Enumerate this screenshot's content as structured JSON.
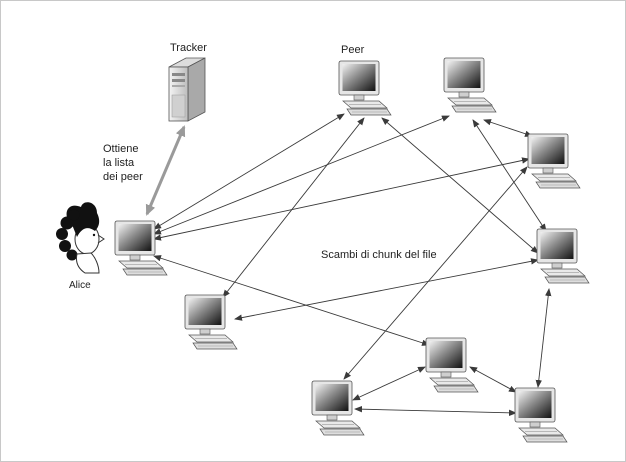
{
  "diagram": {
    "labels": {
      "tracker": "Tracker",
      "peer": "Peer",
      "alice": "Alice",
      "get_list_line1": "Ottiene",
      "get_list_line2": "la lista",
      "get_list_line3": "dei peer",
      "chunk_exchange": "Scambi di chunk del file"
    },
    "colors": {
      "arrow": "#3a3a3a",
      "tracker_arrow": "#9a9a9a",
      "screen_dark": "#1f1f1f",
      "screen_light": "#d9d9d9",
      "case": "#e6e6e6",
      "outline": "#555555"
    },
    "nodes": [
      {
        "id": "alice-pc"
      },
      {
        "id": "peer-top"
      },
      {
        "id": "peer-top-right"
      },
      {
        "id": "peer-right-upper"
      },
      {
        "id": "peer-right-mid"
      },
      {
        "id": "peer-left-mid"
      },
      {
        "id": "peer-bottom-center"
      },
      {
        "id": "peer-bottom-left"
      },
      {
        "id": "peer-bottom-right"
      }
    ],
    "connections": [
      {
        "from": "alice-pc",
        "to": "peer-top"
      },
      {
        "from": "alice-pc",
        "to": "peer-right-upper"
      },
      {
        "from": "alice-pc",
        "to": "peer-bottom-center"
      },
      {
        "from": "alice-pc",
        "to": "peer-top-right"
      },
      {
        "from": "peer-top",
        "to": "peer-right-mid"
      },
      {
        "from": "peer-top",
        "to": "peer-left-mid"
      },
      {
        "from": "peer-top-right",
        "to": "peer-right-upper"
      },
      {
        "from": "peer-top-right",
        "to": "peer-right-mid"
      },
      {
        "from": "peer-left-mid",
        "to": "peer-right-mid"
      },
      {
        "from": "peer-right-upper",
        "to": "peer-bottom-left"
      },
      {
        "from": "peer-bottom-left",
        "to": "peer-bottom-center"
      },
      {
        "from": "peer-bottom-left",
        "to": "peer-bottom-right"
      },
      {
        "from": "peer-bottom-center",
        "to": "peer-bottom-right"
      },
      {
        "from": "peer-right-mid",
        "to": "peer-bottom-right"
      }
    ]
  }
}
